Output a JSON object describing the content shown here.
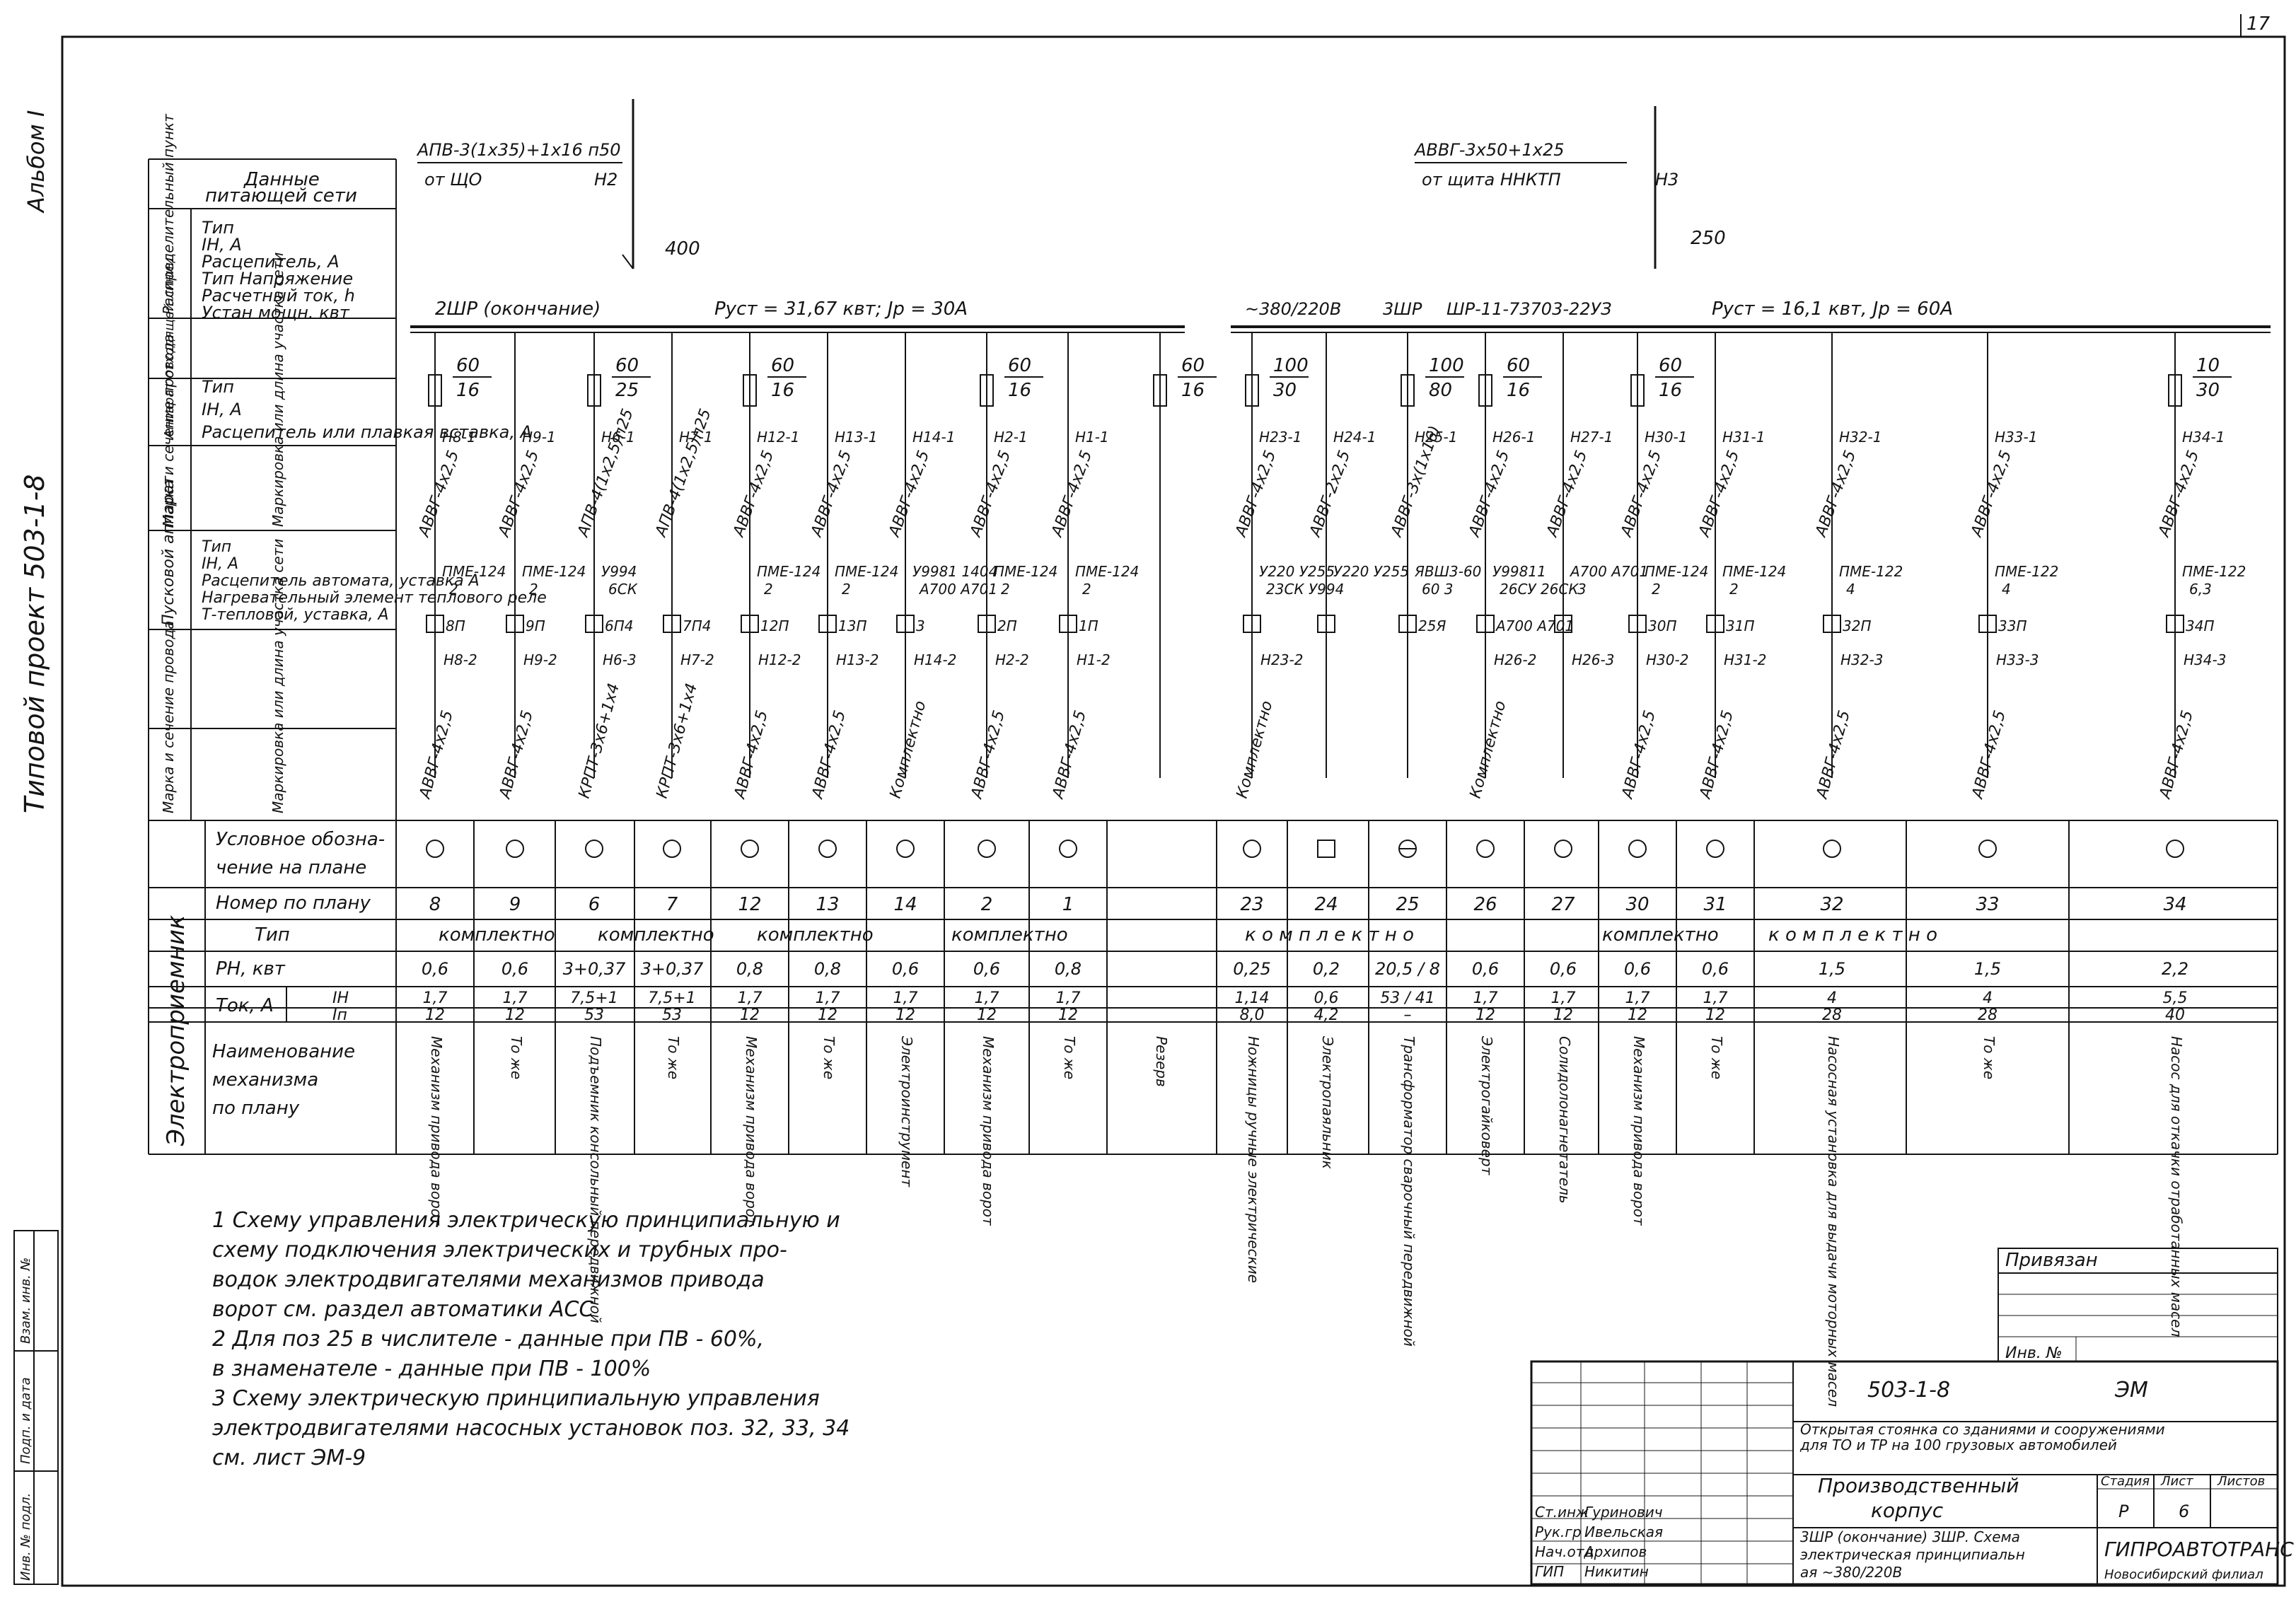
{
  "sheet": {
    "corner_number": "17",
    "album": "Альбом I",
    "series": "Типовой проект 503-1-8",
    "inv_strip": [
      "Инв. № подл.",
      "Подп. и дата",
      "Взам. инв. №"
    ]
  },
  "row_headers": {
    "supply_data": "Данные питающей сети",
    "dist_point_group": "Распредели­тельный пункт",
    "dist_point": [
      "Тип",
      "IH, A",
      "Расцепитель, А",
      "Тип  Напряжение",
      "Расчетный ток, h",
      "Устан мощн. квт"
    ],
    "device_group": "Аппарат отходя­щей линии",
    "device": [
      "Тип",
      "IH, A",
      "Расцепитель или плавкая вставка, А"
    ],
    "cable_group": "Марка и сечение провода",
    "cable": "Маркировка или длина участка сети",
    "starter_group": "Пусковой аппарат",
    "starter": [
      "Тип",
      "IH, A",
      "Расцепитель автомата, уставка А",
      "Нагревательный элемент теплового реле",
      "Т-тепловой, уставка, А"
    ],
    "cable2_group": "Марка и сечение провода",
    "cable2": "Маркировка или длина участка сети",
    "receiver_group": "Электроприемник",
    "symbol": "Условное обозначение на плане",
    "plan_no": "Номер по плану",
    "type": "Тип",
    "power": "PH, квт",
    "current": "Ток, А",
    "ih": "IH",
    "ip": "Iп",
    "name": "Наименование механизма по плану"
  },
  "panel1": {
    "feed_cable": "АПВ-3(1х35)+1х16 п50",
    "feed_from": "от ЩО",
    "feed_mark": "Н2",
    "breaker_rating": "400",
    "name": "2ШР (окончание)",
    "ratings": "Руст = 31,67 квт; Jр = 30А"
  },
  "panel2": {
    "feed_cable": "АВВГ-3х50+1х25",
    "feed_from": "от щита ННКТП",
    "feed_mark": "Н3",
    "breaker_rating": "250",
    "voltage": "~380/220В",
    "name": "3ШР",
    "type": "ШР-11-73703-22УЗ",
    "ratings": "Руст = 16,1 квт, Jр = 60А"
  },
  "circuits": [
    {
      "fuse": "60",
      "fuse2": "16",
      "line1": "Н8-1",
      "cab1": "АВВГ-4х2,5",
      "starter": "ПМЕ-124",
      "start_n": "2",
      "pos": "8П",
      "line2": "Н8-2",
      "cab2": "АВВГ-4х2,5",
      "sym": "circle",
      "no": "8",
      "ph": "0,6",
      "ih": "1,7",
      "ip": "12",
      "name": "Механизм привода ворот"
    },
    {
      "fuse": "",
      "fuse2": "",
      "line1": "Н9-1",
      "cab1": "АВВГ-4х2,5",
      "starter": "ПМЕ-124",
      "start_n": "2",
      "pos": "9П",
      "line2": "Н9-2",
      "cab2": "АВВГ-4х2,5",
      "sym": "circle",
      "no": "9",
      "ph": "0,6",
      "ih": "1,7",
      "ip": "12",
      "name": "То же"
    },
    {
      "fuse": "60",
      "fuse2": "25",
      "line1": "Н6-1",
      "cab1": "АПВ-4(1х2,5)п25",
      "starter": "У994",
      "start_n": "6СК",
      "pos": "6П4",
      "line2": "Н6-3",
      "cab2": "КРПТ-3х6+1х4",
      "sym": "circle",
      "no": "6",
      "ph": "3+0,37",
      "ih": "7,5+1",
      "ip": "53",
      "name": "Подъемник консольный передвижной"
    },
    {
      "fuse": "",
      "fuse2": "",
      "line1": "Н7-1",
      "cab1": "АПВ-4(1х2,5)п25",
      "starter": "",
      "start_n": "",
      "pos": "7П4",
      "line2": "Н7-2",
      "cab2": "КРПТ-3х6+1х4",
      "sym": "circle",
      "no": "7",
      "ph": "3+0,37",
      "ih": "7,5+1",
      "ip": "53",
      "name": "То же"
    },
    {
      "fuse": "60",
      "fuse2": "16",
      "line1": "Н12-1",
      "cab1": "АВВГ-4х2,5",
      "starter": "ПМЕ-124",
      "start_n": "2",
      "pos": "12П",
      "line2": "Н12-2",
      "cab2": "АВВГ-4х2,5",
      "sym": "circle",
      "no": "12",
      "ph": "0,8",
      "ih": "1,7",
      "ip": "12",
      "name": "Механизм привода ворот"
    },
    {
      "fuse": "",
      "fuse2": "",
      "line1": "Н13-1",
      "cab1": "АВВГ-4х2,5",
      "starter": "ПМЕ-124",
      "start_n": "2",
      "pos": "13П",
      "line2": "Н13-2",
      "cab2": "АВВГ-4х2,5",
      "sym": "circle",
      "no": "13",
      "ph": "0,8",
      "ih": "1,7",
      "ip": "12",
      "name": "То же"
    },
    {
      "fuse": "",
      "fuse2": "",
      "line1": "Н14-1",
      "cab1": "АВВГ-4х2,5",
      "starter": "У9981 1404",
      "start_n": "А700 А701",
      "pos": "3",
      "line2": "Н14-2",
      "cab2": "Комплектно",
      "sym": "circle",
      "no": "14",
      "ph": "0,6",
      "ih": "1,7",
      "ip": "12",
      "name": "Электро­инстру­мент"
    },
    {
      "fuse": "60",
      "fuse2": "16",
      "line1": "Н2-1",
      "cab1": "АВВГ-4х2,5",
      "starter": "ПМЕ-124",
      "start_n": "2",
      "pos": "2П",
      "line2": "Н2-2",
      "cab2": "АВВГ-4х2,5",
      "sym": "circle",
      "no": "2",
      "ph": "0,6",
      "ih": "1,7",
      "ip": "12",
      "name": "Механизм привода ворот"
    },
    {
      "fuse": "",
      "fuse2": "",
      "line1": "Н1-1",
      "cab1": "АВВГ-4х2,5",
      "starter": "ПМЕ-124",
      "start_n": "2",
      "pos": "1П",
      "line2": "Н1-2",
      "cab2": "АВВГ-4х2,5",
      "sym": "circle",
      "no": "1",
      "ph": "0,8",
      "ih": "1,7",
      "ip": "12",
      "name": "То же"
    },
    {
      "fuse": "60",
      "fuse2": "16",
      "line1": "",
      "cab1": "",
      "starter": "",
      "start_n": "",
      "pos": "",
      "line2": "",
      "cab2": "",
      "sym": "",
      "no": "",
      "ph": "",
      "ih": "",
      "ip": "",
      "name": "Резерв"
    },
    {
      "fuse": "100",
      "fuse2": "30",
      "line1": "Н23-1",
      "cab1": "АВВГ-4х2,5",
      "starter": "У220 У255",
      "start_n": "23СК У994",
      "pos": "",
      "line2": "Н23-2",
      "cab2": "Комплектно",
      "sym": "circle",
      "no": "23",
      "ph": "0,25",
      "ih": "1,14",
      "ip": "8,0",
      "name": "Ножницы ручные электрические"
    },
    {
      "fuse": "",
      "fuse2": "",
      "line1": "Н24-1",
      "cab1": "АВВГ-2х2,5",
      "starter": "У220 У255",
      "start_n": "",
      "pos": "",
      "line2": "",
      "cab2": "",
      "sym": "square",
      "no": "24",
      "ph": "0,2",
      "ih": "0,6",
      "ip": "4,2",
      "name": "Электро­паяльник"
    },
    {
      "fuse": "100",
      "fuse2": "80",
      "line1": "Н25-1",
      "cab1": "АВВГ-3х(1х16)",
      "starter": "ЯВШ3-60",
      "start_n": "60 3",
      "pos": "25Я",
      "line2": "",
      "cab2": "",
      "sym": "circle-cross",
      "no": "25",
      "ph": "20,5 / 8",
      "ih": "53 / 41",
      "ip": "–",
      "name": "Трансформатор сварочный передвижной"
    },
    {
      "fuse": "60",
      "fuse2": "16",
      "line1": "Н26-1",
      "cab1": "АВВГ-4х2,5",
      "starter": "У99811",
      "start_n": "26СУ 26СК",
      "pos": "А700 А701",
      "line2": "Н26-2",
      "cab2": "Комплектно",
      "sym": "circle",
      "no": "26",
      "ph": "0,6",
      "ih": "1,7",
      "ip": "12",
      "name": "Электро­гайковерт"
    },
    {
      "fuse": "",
      "fuse2": "",
      "line1": "Н27-1",
      "cab1": "АВВГ-4х2,5",
      "starter": "А700 А701",
      "start_n": "3",
      "pos": "",
      "line2": "Н26-3",
      "cab2": "",
      "sym": "circle",
      "no": "27",
      "ph": "0,6",
      "ih": "1,7",
      "ip": "12",
      "name": "Солидоло­нагнета­тель"
    },
    {
      "fuse": "60",
      "fuse2": "16",
      "line1": "Н30-1",
      "cab1": "АВВГ-4х2,5",
      "starter": "ПМЕ-124",
      "start_n": "2",
      "pos": "30П",
      "line2": "Н30-2",
      "cab2": "АВВГ-4х2,5",
      "sym": "circle",
      "no": "30",
      "ph": "0,6",
      "ih": "1,7",
      "ip": "12",
      "name": "Механизм привода ворот"
    },
    {
      "fuse": "",
      "fuse2": "",
      "line1": "Н31-1",
      "cab1": "АВВГ-4х2,5",
      "starter": "ПМЕ-124",
      "start_n": "2",
      "pos": "31П",
      "line2": "Н31-2",
      "cab2": "АВВГ-4х2,5",
      "sym": "circle",
      "no": "31",
      "ph": "0,6",
      "ih": "1,7",
      "ip": "12",
      "name": "То же"
    },
    {
      "fuse": "",
      "fuse2": "",
      "line1": "Н32-1",
      "cab1": "АВВГ-4х2,5",
      "starter": "ПМЕ-122",
      "start_n": "4",
      "pos": "32П",
      "line2": "Н32-3",
      "cab2": "АВВГ-4х2,5",
      "sym": "circle",
      "no": "32",
      "ph": "1,5",
      "ih": "4",
      "ip": "28",
      "name": "Насосная установка для выдачи моторных масел"
    },
    {
      "fuse": "",
      "fuse2": "",
      "line1": "Н33-1",
      "cab1": "АВВГ-4х2,5",
      "starter": "ПМЕ-122",
      "start_n": "4",
      "pos": "33П",
      "line2": "Н33-3",
      "cab2": "АВВГ-4х2,5",
      "sym": "circle",
      "no": "33",
      "ph": "1,5",
      "ih": "4",
      "ip": "28",
      "name": "То же"
    },
    {
      "fuse": "10",
      "fuse2": "30",
      "line1": "Н34-1",
      "cab1": "АВВГ-4х2,5",
      "starter": "ПМЕ-122",
      "start_n": "6,3",
      "pos": "34П",
      "line2": "Н34-3",
      "cab2": "АВВГ-4х2,5",
      "sym": "circle",
      "no": "34",
      "ph": "2,2",
      "ih": "5,5",
      "ip": "40",
      "name": "Насос для откачки отработанных масел"
    }
  ],
  "type_groups": [
    "комплектно",
    "комплектно",
    "комплектно",
    "комплектно",
    "к о м п л е к т н о",
    "комплектно",
    "к о м п л е к т н о"
  ],
  "notes": [
    "1 Схему управления электрическую принципиальную и",
    "схему подключения электрических и трубных про-",
    "водок электродвигателями механизмов привода",
    "ворот см. раздел автоматики АСС",
    "2 Для поз 25 в числителе - данные при ПВ - 60%,",
    "в знаменателе - данные при ПВ - 100%",
    "3 Схему электрическую принципиальную управления",
    "электродвигателями насосных установок поз. 32, 33, 34",
    "см. лист ЭМ-9"
  ],
  "stamp": {
    "linked": "Привязан",
    "inv_no": "Инв. №",
    "project_code": "503-1-8",
    "mark": "ЭМ",
    "project_title": "Открытая стоянка со зданиями и сооружениями для ТО и ТР на 100 грузовых автомобилей",
    "building": "Производственный корпус",
    "stage_h": "Стадия",
    "sheet_h": "Лист",
    "sheets_h": "Листов",
    "stage": "Р",
    "sheet": "6",
    "sheet_title": "3ШР (окончание) 3ШР. Схема электрическая принципиальная ~380/220В",
    "org": "ГИПРОАВТОТРАНС",
    "branch": "Новосибирский филиал",
    "roles": [
      "Ст.инж",
      "Рук.гр",
      "Нач.отд",
      "ГИП"
    ],
    "names": [
      "Гуринович",
      "Ивельская",
      "Архипов",
      "Никитин"
    ]
  }
}
